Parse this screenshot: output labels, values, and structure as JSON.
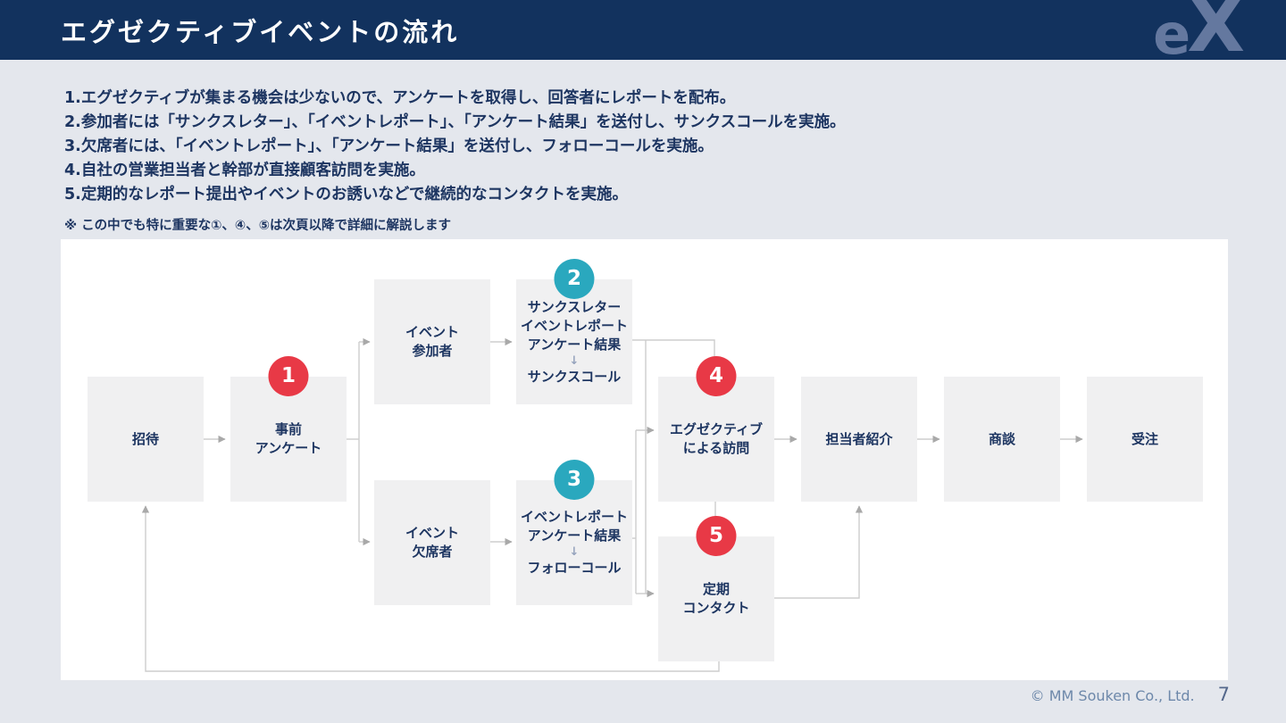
{
  "header": {
    "title": "エグゼクティブイベントの流れ",
    "logo_e": "e",
    "logo_x": "X"
  },
  "intro": {
    "items": [
      "1.エグゼクティブが集まる機会は少ないので、アンケートを取得し、回答者にレポートを配布。",
      "2.参加者には「サンクスレター」、「イベントレポート」、「アンケート結果」を送付し、サンクスコールを実施。",
      "3.欠席者には、「イベントレポート」、「アンケート結果」を送付し、フォローコールを実施。",
      "4.自社の営業担当者と幹部が直接顧客訪問を実施。",
      "5.定期的なレポート提出やイベントのお誘いなどで継続的なコンタクトを実施。"
    ],
    "note": "※ この中でも特に重要な①、④、⑤は次頁以降で詳細に解説します"
  },
  "flow": {
    "nodes": {
      "invite": {
        "label": "招待"
      },
      "pre_survey": {
        "badge": "1",
        "line1": "事前",
        "line2": "アンケート"
      },
      "participants": {
        "line1": "イベント",
        "line2": "参加者"
      },
      "thanks": {
        "badge": "2",
        "line1": "サンクスレター",
        "line2": "イベントレポート",
        "line3": "アンケート結果",
        "arrow": "↓",
        "line4": "サンクスコール"
      },
      "absentees": {
        "line1": "イベント",
        "line2": "欠席者"
      },
      "follow": {
        "badge": "3",
        "line1": "イベントレポート",
        "line2": "アンケート結果",
        "arrow": "↓",
        "line3": "フォローコール"
      },
      "visit": {
        "badge": "4",
        "line1": "エグゼクティブ",
        "line2": "による訪問"
      },
      "rep": {
        "label": "担当者紹介"
      },
      "negotiation": {
        "label": "商談"
      },
      "order": {
        "label": "受注"
      },
      "periodic": {
        "badge": "5",
        "line1": "定期",
        "line2": "コンタクト"
      }
    },
    "colors": {
      "header_navy": "#12325e",
      "badge_red": "#e83946",
      "badge_teal": "#2aa8be",
      "node_text": "#1d3561",
      "node_bg": "#f0f0f1",
      "connector": "#cdcdcd"
    }
  },
  "footer": {
    "copyright": "© MM Souken Co., Ltd.",
    "page": "7"
  }
}
